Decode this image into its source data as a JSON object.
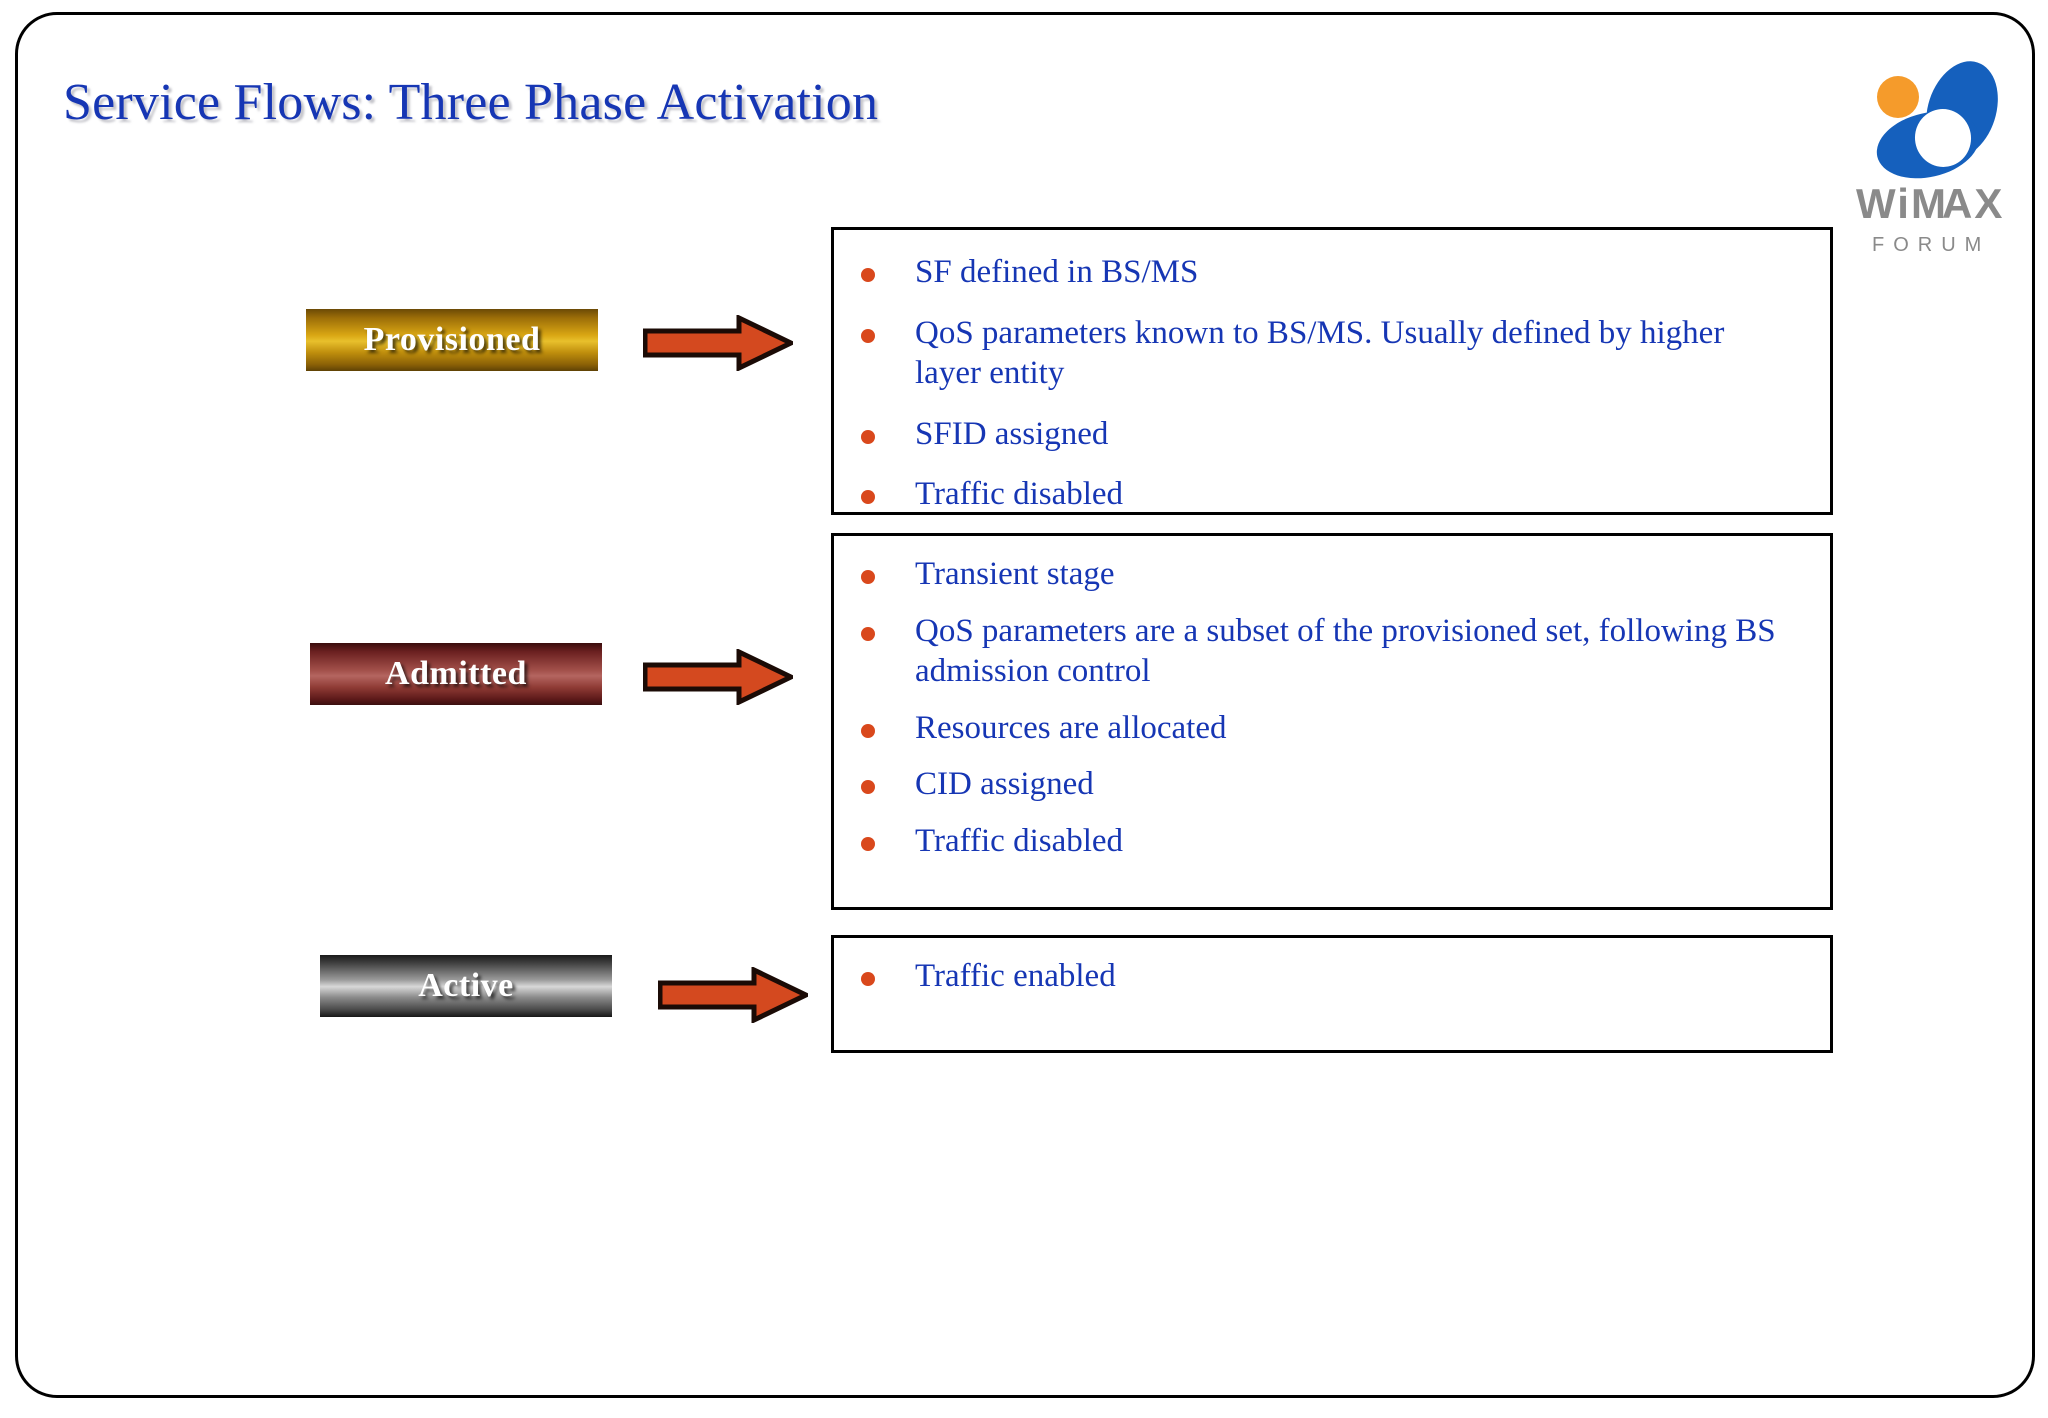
{
  "slide": {
    "title": "Service Flows: Three Phase Activation",
    "title_color": "#1636B4",
    "border_color": "#000000",
    "background": "#ffffff"
  },
  "logo": {
    "name": "wimax-forum-logo",
    "wordmark": "WiMAX",
    "subtitle": "FORUM",
    "accent_orange": "#F59B2B",
    "accent_blue": "#1560BD",
    "text_color": "#8A8A8A"
  },
  "accent": {
    "bullet_color": "#D9481C",
    "arrow_fill": "#D4491F",
    "arrow_outline": "#1B0B06",
    "text_blue": "#1636B4"
  },
  "phases": [
    {
      "id": "provisioned",
      "label": "Provisioned",
      "swatch": "#D9A613",
      "arrow_label": "leads-to",
      "bullets": [
        "SF defined in BS/MS",
        "QoS parameters known to BS/MS. Usually defined by higher layer entity",
        "SFID assigned",
        "Traffic disabled"
      ]
    },
    {
      "id": "admitted",
      "label": "Admitted",
      "swatch": "#A2504A",
      "arrow_label": "leads-to",
      "bullets": [
        "Transient stage",
        "QoS parameters are a subset of the provisioned set, following BS admission control",
        "Resources are allocated",
        "CID assigned",
        "Traffic disabled"
      ]
    },
    {
      "id": "active",
      "label": "Active",
      "swatch": "#9A9A9A",
      "arrow_label": "leads-to",
      "bullets": [
        "Traffic enabled"
      ]
    }
  ]
}
